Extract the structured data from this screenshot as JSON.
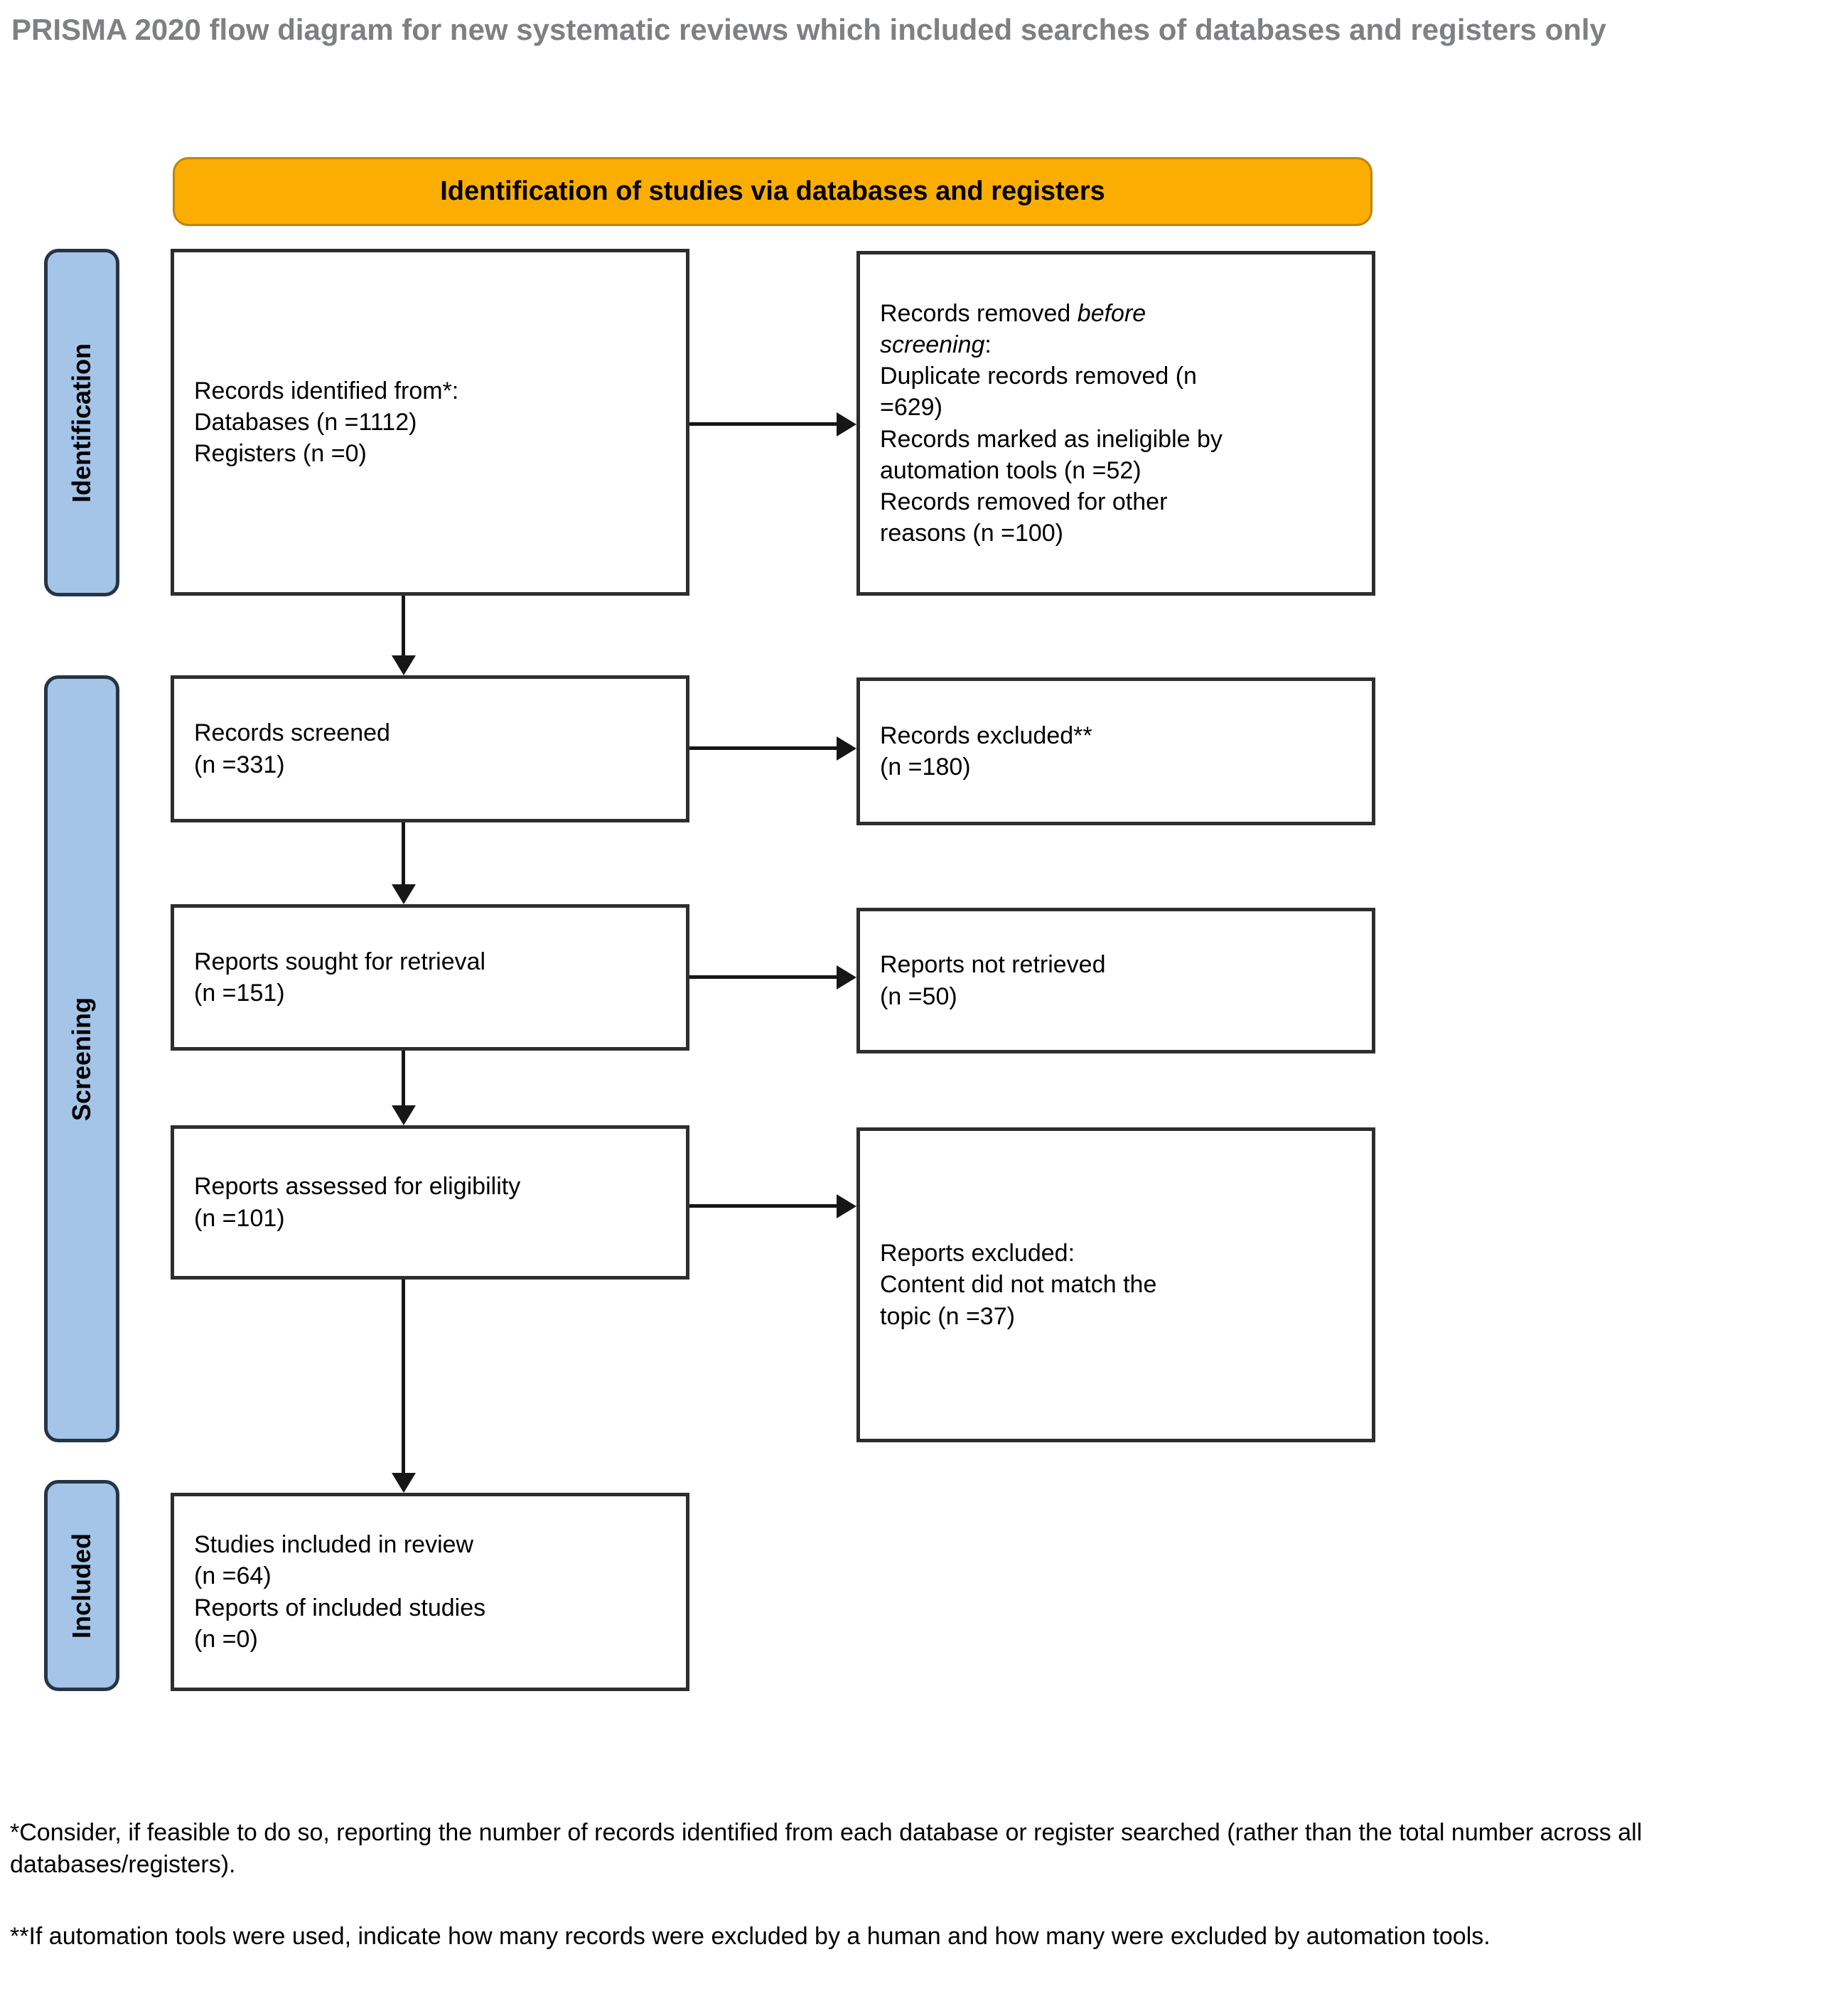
{
  "title": "PRISMA 2020 flow diagram for new systematic reviews which included searches of databases and registers only",
  "banner": {
    "label": "Identification of studies via databases and registers"
  },
  "stages": {
    "identification": "Identification",
    "screening": "Screening",
    "included": "Included"
  },
  "boxes": {
    "identified": {
      "title": "Records identified from*:",
      "item1": "Databases (n =1112)",
      "item2": "Registers (n =0)"
    },
    "removed": {
      "title_regular": "Records removed ",
      "title_italic": "before screening",
      "title_colon": ":",
      "item1": "Duplicate records removed (n =629)",
      "item2": "Records marked as ineligible by automation tools (n =52)",
      "item3": "Records removed for other reasons (n =100)"
    },
    "screened": {
      "line1": "Records screened",
      "line2": "(n =331)"
    },
    "excluded": {
      "line1": "Records excluded**",
      "line2": "(n =180)"
    },
    "sought": {
      "line1": "Reports sought for retrieval",
      "line2": "(n =151)"
    },
    "not_retrieved": {
      "line1": "Reports not retrieved",
      "line2": "(n =50)"
    },
    "assessed": {
      "line1": "Reports assessed for eligibility",
      "line2": "(n =101)"
    },
    "reports_excluded": {
      "title": "Reports excluded:",
      "item1": "Content did not match the topic (n =37)"
    },
    "included_box": {
      "line1": "Studies included in review",
      "line2": "(n =64)",
      "line3": "Reports of included studies",
      "line4": "(n =0)"
    }
  },
  "footnotes": {
    "first": "*Consider, if feasible to do so, reporting the number of records identified from each database or register searched (rather than the total number across all databases/registers).",
    "second": "**If automation tools were used, indicate how many records were excluded by a human and how many were excluded by automation tools."
  },
  "colors": {
    "banner_fill": "#FBAE01",
    "banner_border": "#BD8600",
    "stage_fill": "#A4C5E8",
    "stage_border": "#263545",
    "box_border": "#2E2E2E",
    "arrow": "#161616",
    "title_text": "#7E8084"
  }
}
